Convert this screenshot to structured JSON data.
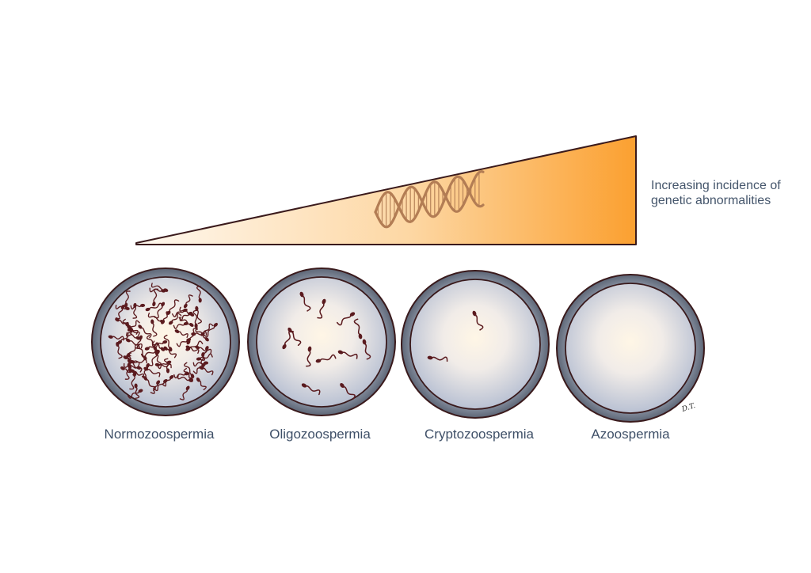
{
  "trend_label": {
    "line1": "Increasing incidence of",
    "line2": "genetic abnormalities"
  },
  "dishes": [
    {
      "label": "Normozoospermia",
      "sperm_count": 90
    },
    {
      "label": "Oligozoospermia",
      "sperm_count": 12
    },
    {
      "label": "Cryptozoospermia",
      "sperm_count": 2
    },
    {
      "label": "Azoospermia",
      "sperm_count": 0
    }
  ],
  "signature": "D.T.",
  "colors": {
    "wedge_start": "#fff8ef",
    "wedge_end": "#fba030",
    "dish_rim": "#7b8494",
    "dish_outline": "#3a1a1c",
    "dish_center": "#fff6e6",
    "dish_edge": "#b9c1d3",
    "sperm": "#5a1a1e",
    "dna": "#b37d54",
    "text": "#44556b"
  },
  "icons": [
    "dna-helix-icon",
    "sperm-icon"
  ]
}
